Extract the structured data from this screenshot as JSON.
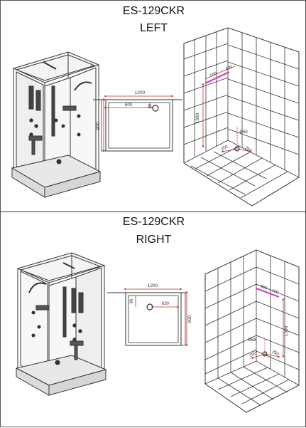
{
  "left": {
    "model": "ES-129CKR",
    "side": "LEFT",
    "tray": {
      "length": "1200",
      "width": "900",
      "drain_offset_x": "600",
      "drain_offset_y": "90"
    },
    "wall": {
      "height": "1300",
      "left_a": "100",
      "left_b": "400",
      "drain_dia": "Ø68",
      "corner_a": "250",
      "corner_b": "250"
    }
  },
  "right": {
    "model": "ES-129CKR",
    "side": "RIGHT",
    "tray": {
      "length": "1200",
      "width": "900",
      "drain_offset_x": "630",
      "drain_offset_y": "90"
    },
    "wall": {
      "height": "1300",
      "left_a": "400",
      "left_b": "100",
      "drain_dia": "Ø68",
      "corner_a": "250",
      "corner_b": "250"
    }
  },
  "colors": {
    "line": "#333333",
    "dimension": "#c0302a",
    "accent": "#d040c0"
  }
}
